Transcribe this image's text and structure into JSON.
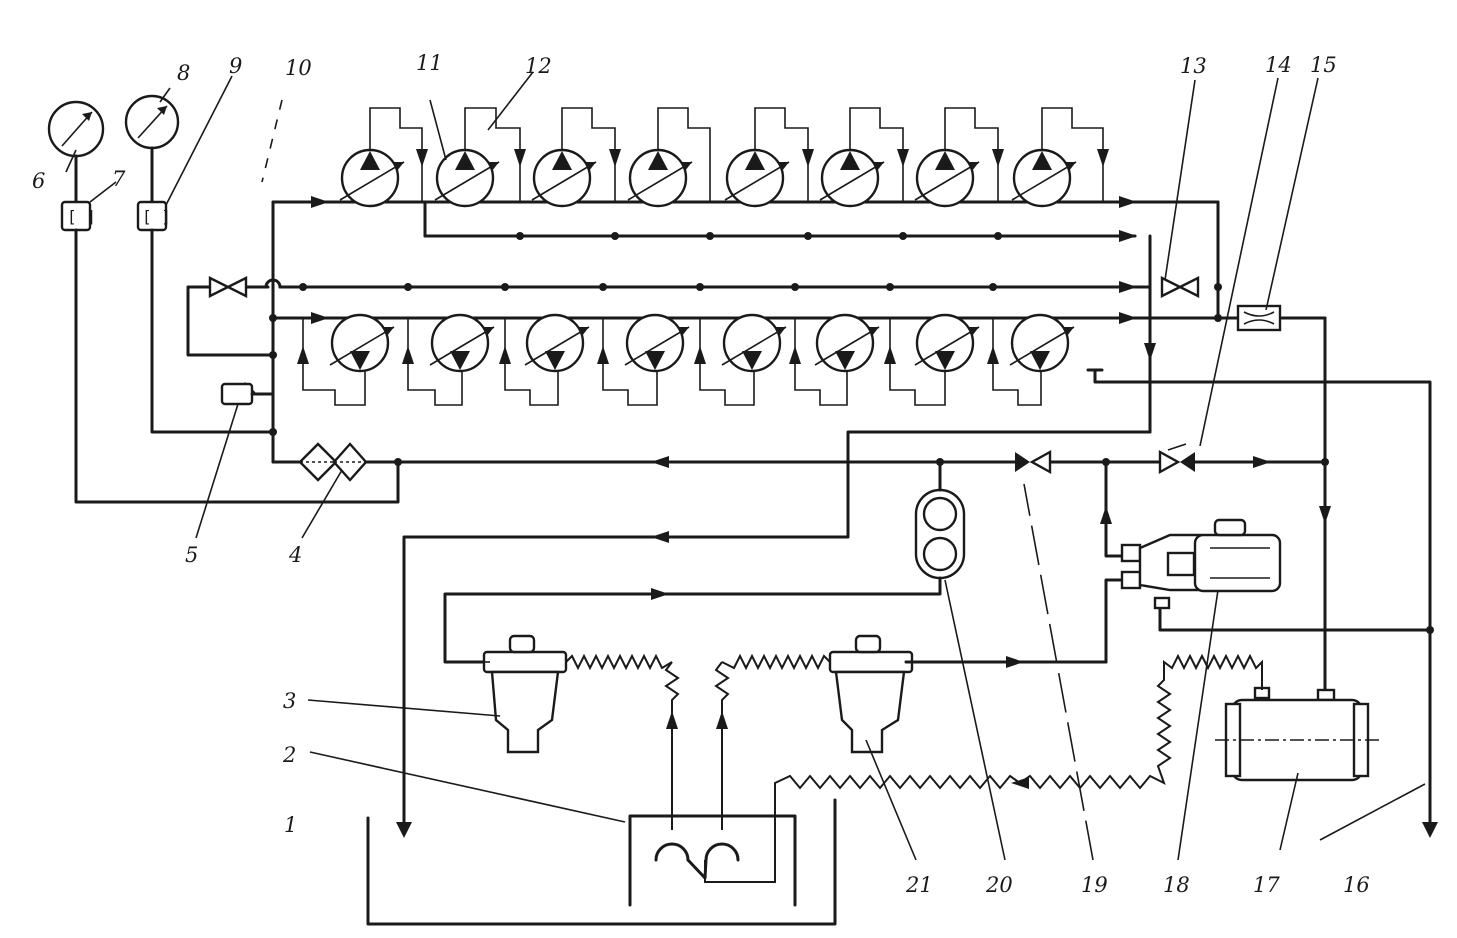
{
  "diagram": {
    "labels": [
      "1",
      "2",
      "3",
      "4",
      "5",
      "6",
      "7",
      "8",
      "9",
      "10",
      "11",
      "12",
      "13",
      "14",
      "15",
      "16",
      "17",
      "18",
      "19",
      "20",
      "21"
    ],
    "colors": {
      "ink": "#1a1a1a",
      "paper": "#ffffff"
    },
    "component_icons": {
      "gauge": "pressure-gauge-icon",
      "pump_motor": "variable-pump-motor-icon",
      "valve": "valve-icon",
      "throttle": "throttle-icon",
      "filter": "filter-icon",
      "pressure_switch": "pressure-switch-icon",
      "cooler": "oil-cooler-icon",
      "power_unit": "motor-pump-icon",
      "tank": "tank-icon",
      "heat_exchanger": "heat-exchanger-icon"
    }
  }
}
